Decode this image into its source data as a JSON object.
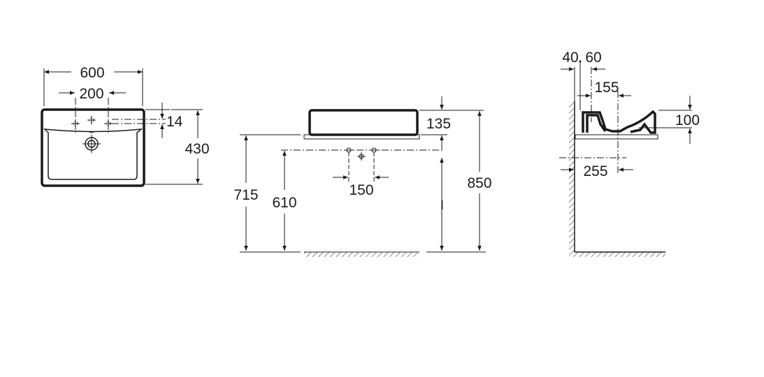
{
  "title": "Washbasin installation dimensions (mm)",
  "top_view": {
    "width": "600",
    "tap_spacing": "200",
    "tap_offset": "14",
    "depth": "430"
  },
  "front_view": {
    "basin_height": "135",
    "total_height": "850",
    "counter_height": "715",
    "supply_height": "610",
    "supply_spacing": "150",
    "marker": "I"
  },
  "side_view": {
    "wall_gap": "40",
    "back_offset": "60",
    "drain_offset": "155",
    "bowl_depth": "100",
    "waste_offset": "255"
  }
}
